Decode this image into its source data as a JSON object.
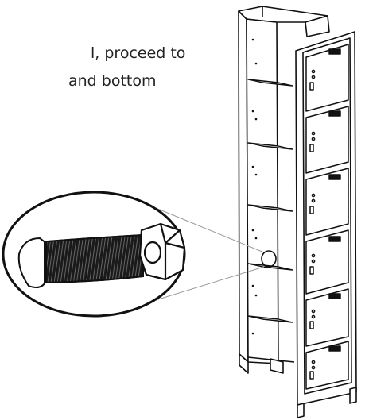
{
  "instruction": {
    "lines": [
      "l, proceed to",
      "and bottom"
    ]
  },
  "colors": {
    "line": "#111111",
    "fill": "#ffffff",
    "thread": "#1a1a1a",
    "text": "#222222"
  },
  "icons": {
    "callout": "carriage-bolt-and-hex-nut",
    "product": "six-tier-locker"
  }
}
